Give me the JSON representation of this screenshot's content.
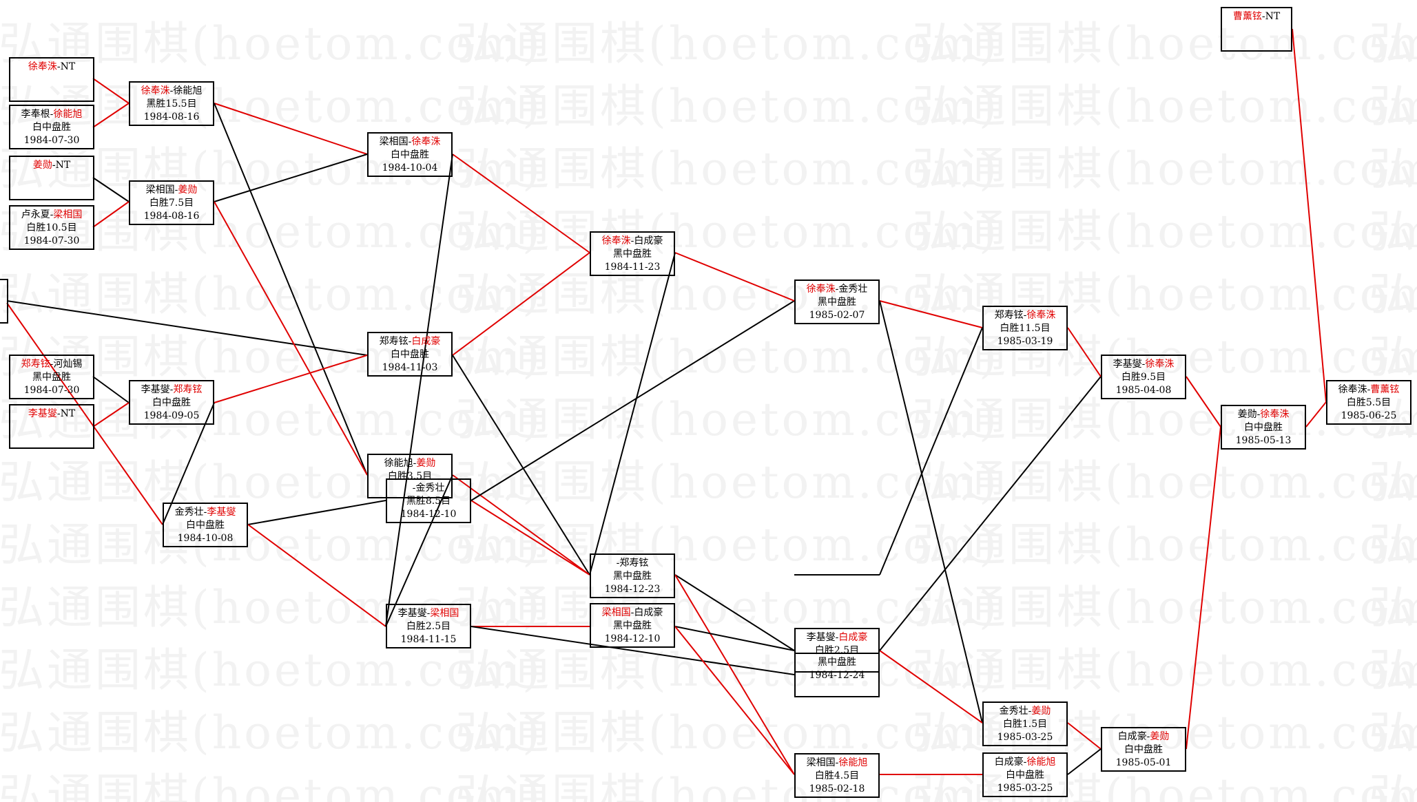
{
  "watermark": "弘通围棋(hoetom.com)",
  "colors": {
    "winner": "#e00000",
    "line_black": "#000000",
    "line_red": "#e00000",
    "watermark": "#f2f2f2"
  },
  "games": [
    {
      "id": "g01",
      "p1": "徐奉洙",
      "p2": "NT",
      "win": 1,
      "result": "",
      "date": ""
    },
    {
      "id": "g02",
      "p1": "李奉根",
      "p2": "徐能旭",
      "win": 2,
      "result": "白中盘胜",
      "date": "1984-07-30"
    },
    {
      "id": "g03",
      "p1": "姜勋",
      "p2": "NT",
      "win": 1,
      "result": "",
      "date": ""
    },
    {
      "id": "g04",
      "p1": "卢永夏",
      "p2": "梁相国",
      "win": 2,
      "result": "白胜10.5目",
      "date": "1984-07-30"
    },
    {
      "id": "g05",
      "p1": "",
      "p2": "",
      "win": 0,
      "result": "",
      "date": ""
    },
    {
      "id": "g06",
      "p1": "郑寿铉",
      "p2": "河灿锡",
      "win": 1,
      "result": "黑中盘胜",
      "date": "1984-07-30"
    },
    {
      "id": "g07",
      "p1": "李基燮",
      "p2": "NT",
      "win": 1,
      "result": "",
      "date": ""
    },
    {
      "id": "g08",
      "p1": "徐奉洙",
      "p2": "徐能旭",
      "win": 1,
      "result": "黑胜15.5目",
      "date": "1984-08-16"
    },
    {
      "id": "g09",
      "p1": "梁相国",
      "p2": "姜勋",
      "win": 2,
      "result": "白胜7.5目",
      "date": "1984-08-16"
    },
    {
      "id": "g10",
      "p1": "李基燮",
      "p2": "郑寿铉",
      "win": 2,
      "result": "白中盘胜",
      "date": "1984-09-05"
    },
    {
      "id": "g11",
      "p1": "金秀壮",
      "p2": "李基燮",
      "win": 2,
      "result": "白中盘胜",
      "date": "1984-10-08"
    },
    {
      "id": "g12",
      "p1": "梁相国",
      "p2": "徐奉洙",
      "win": 2,
      "result": "白中盘胜",
      "date": "1984-10-04"
    },
    {
      "id": "g13",
      "p1": "郑寿铉",
      "p2": "白成豪",
      "win": 2,
      "result": "白中盘胜",
      "date": "1984-11-03"
    },
    {
      "id": "g14",
      "p1": "徐能旭",
      "p2": "姜勋",
      "win": 2,
      "result": "白胜3.5目",
      "date": ""
    },
    {
      "id": "g15",
      "p1": "",
      "p2": "金秀壮",
      "win": 0,
      "result": "黑胜8.5目",
      "date": "1984-12-10"
    },
    {
      "id": "g16",
      "p1": "李基燮",
      "p2": "梁相国",
      "win": 2,
      "result": "白胜2.5目",
      "date": "1984-11-15"
    },
    {
      "id": "g17",
      "p1": "徐奉洙",
      "p2": "白成豪",
      "win": 1,
      "result": "黑中盘胜",
      "date": "1984-11-23"
    },
    {
      "id": "g18",
      "p1": "",
      "p2": "郑寿铉",
      "win": 0,
      "result": "黑中盘胜",
      "date": "1984-12-23"
    },
    {
      "id": "g19",
      "p1": "梁相国",
      "p2": "白成豪",
      "win": 1,
      "result": "黑中盘胜",
      "date": "1984-12-10"
    },
    {
      "id": "g20",
      "p1": "徐奉洙",
      "p2": "金秀壮",
      "win": 1,
      "result": "黑中盘胜",
      "date": "1985-02-07"
    },
    {
      "id": "g21",
      "p1": "李基燮",
      "p2": "白成豪",
      "win": 2,
      "result": "白胜2.5目",
      "date": ""
    },
    {
      "id": "g22",
      "p1": "",
      "p2": "",
      "win": 0,
      "result": "黑中盘胜",
      "date": "1984-12-24"
    },
    {
      "id": "g23",
      "p1": "梁相国",
      "p2": "徐能旭",
      "win": 2,
      "result": "白胜4.5目",
      "date": "1985-02-18"
    },
    {
      "id": "g24",
      "p1": "郑寿铉",
      "p2": "徐奉洙",
      "win": 2,
      "result": "白胜11.5目",
      "date": "1985-03-19"
    },
    {
      "id": "g25",
      "p1": "金秀壮",
      "p2": "姜勋",
      "win": 2,
      "result": "白胜1.5目",
      "date": "1985-03-25"
    },
    {
      "id": "g26",
      "p1": "白成豪",
      "p2": "徐能旭",
      "win": 2,
      "result": "白中盘胜",
      "date": "1985-03-25"
    },
    {
      "id": "g27",
      "p1": "李基燮",
      "p2": "徐奉洙",
      "win": 2,
      "result": "白胜9.5目",
      "date": "1985-04-08"
    },
    {
      "id": "g28",
      "p1": "白成豪",
      "p2": "姜勋",
      "win": 2,
      "result": "白中盘胜",
      "date": "1985-05-01"
    },
    {
      "id": "g29",
      "p1": "姜勋",
      "p2": "徐奉洙",
      "win": 2,
      "result": "白中盘胜",
      "date": "1985-05-13"
    },
    {
      "id": "g30",
      "p1": "徐奉洙",
      "p2": "曹薰铉",
      "win": 2,
      "result": "白胜5.5目",
      "date": "1985-06-25"
    },
    {
      "id": "g31",
      "p1": "曹薰铉",
      "p2": "NT",
      "win": 1,
      "result": "",
      "date": ""
    }
  ]
}
